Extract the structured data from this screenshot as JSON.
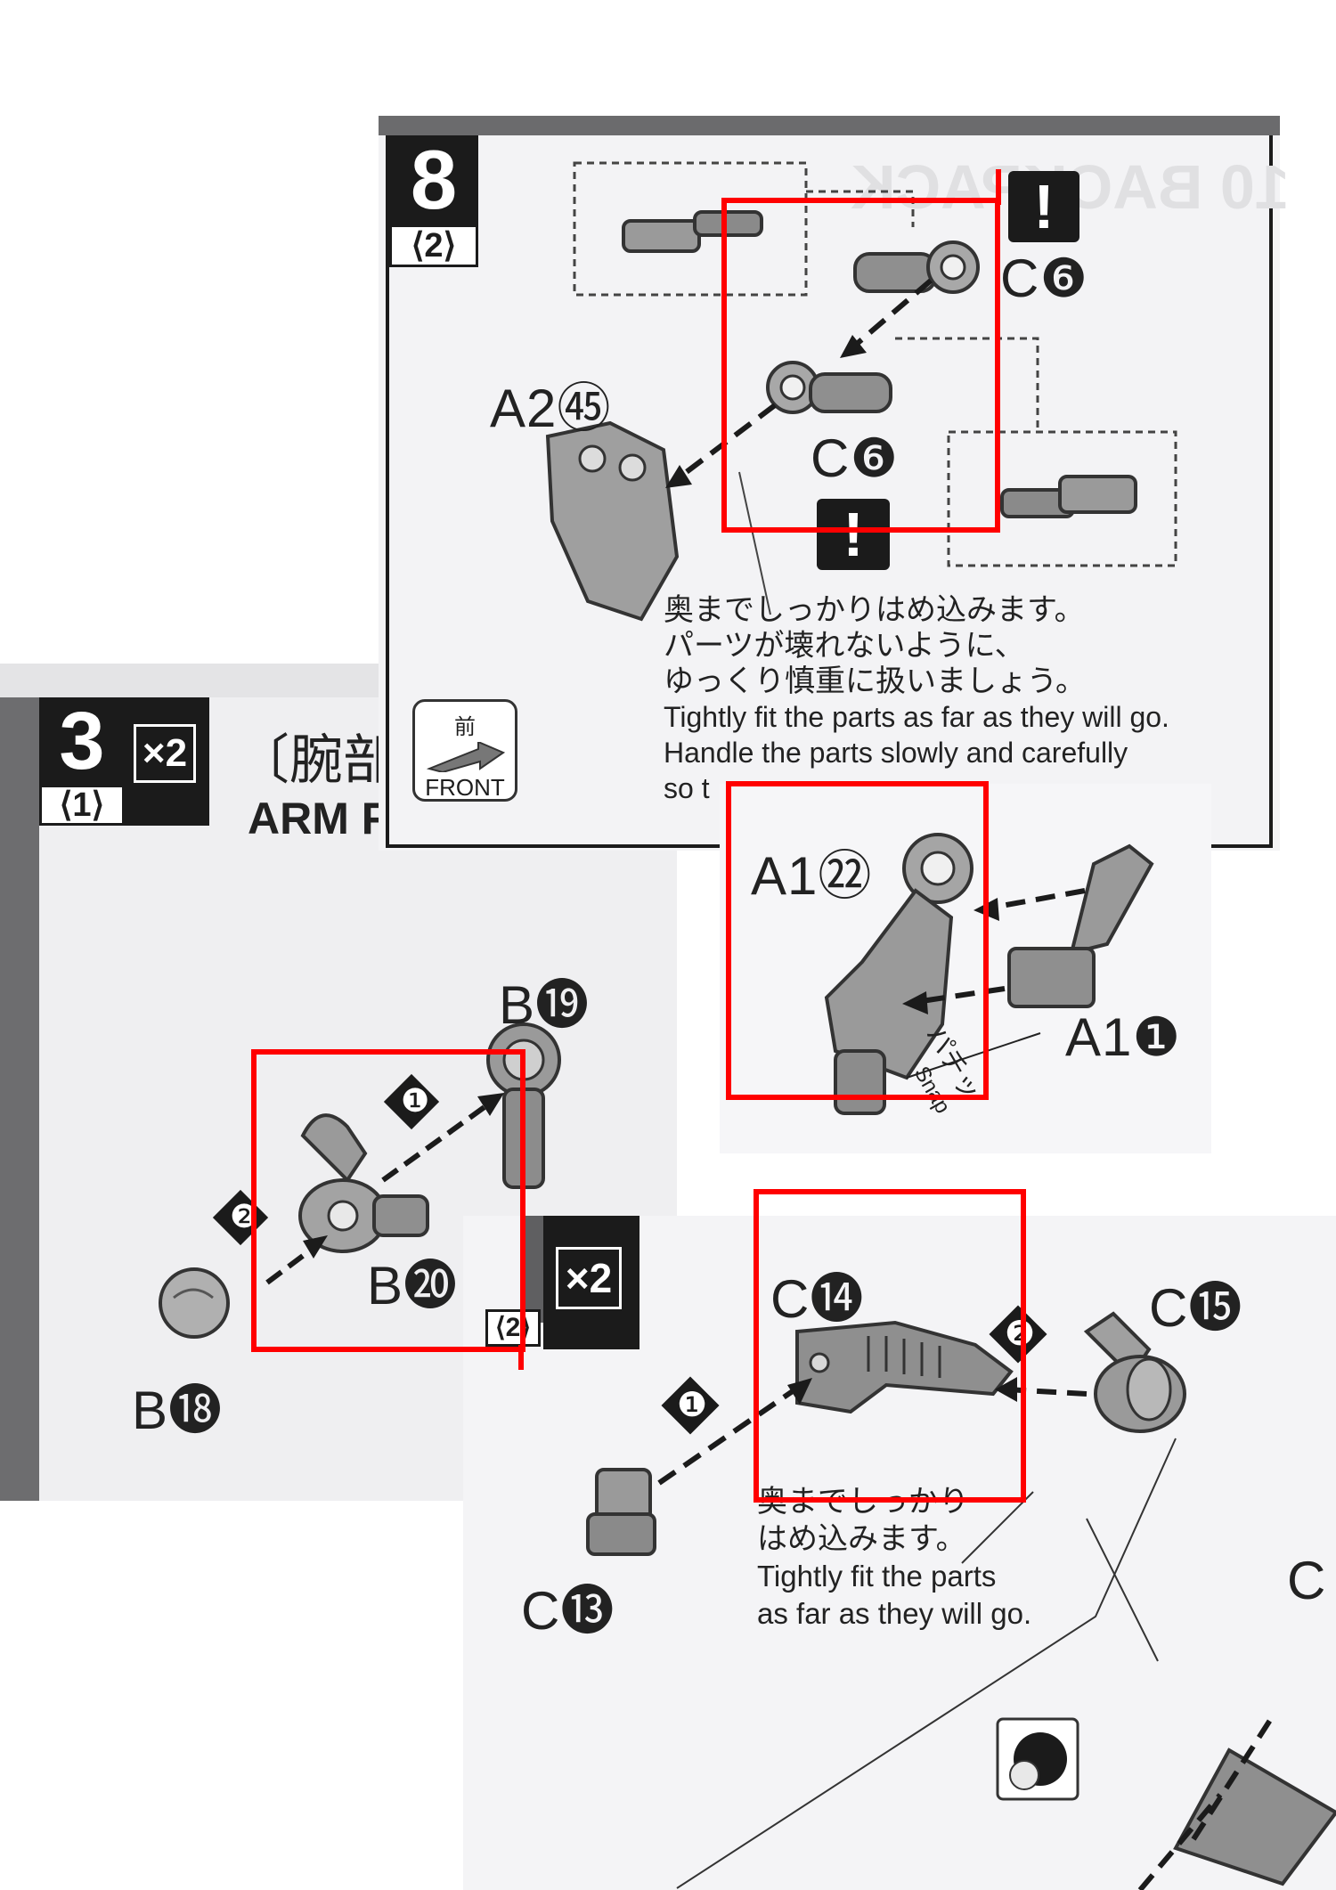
{
  "panel_step8": {
    "header_partial": "10 BACKPACK",
    "step_number": "8",
    "sub_step": "⟨2⟩",
    "parts": {
      "a2_45": "A2㊺",
      "c6_top": "C❻",
      "c6_mid": "C❻"
    },
    "note_jp": [
      "奥までしっかりはめ込みます。",
      "パーツが壊れないように、",
      "ゆっくり慎重に扱いましょう。"
    ],
    "note_en": [
      "Tightly fit the parts as far as they will go.",
      "Handle the parts slowly and carefully",
      "so t"
    ],
    "front_badge": {
      "jp": "前",
      "en": "FRONT"
    },
    "warning_symbol": "!"
  },
  "panel_step3": {
    "step_number": "3",
    "sub_step": "⟨1⟩",
    "multiplier": "×2",
    "title_jp": "〔腕部",
    "title_en": "ARM F",
    "parts": {
      "b19": "B⓳",
      "b20": "B⓴",
      "b18": "B⓲"
    },
    "order_marks": [
      "❶",
      "❷"
    ]
  },
  "panel_a1": {
    "parts": {
      "a1_22": "A1㉒",
      "a1_1": "A1❶"
    },
    "snap_jp": "パチッ",
    "snap_en": "Snap"
  },
  "panel_c14": {
    "sub_step": "⟨2⟩",
    "multiplier": "×2",
    "parts": {
      "c14": "C⓮",
      "c15": "C⓯",
      "c13": "C⓭",
      "c_partial": "C"
    },
    "order_marks": [
      "❶",
      "❷"
    ],
    "note_jp": [
      "奥までしっかり",
      "はめ込みます。"
    ],
    "note_en": [
      "Tightly fit the parts",
      "as far as they will go."
    ]
  },
  "colors": {
    "highlight_red": "#ff0000",
    "ink": "#1b1b1b",
    "paper": "#f2f2f4",
    "part_gray": "#8a8a8a"
  }
}
